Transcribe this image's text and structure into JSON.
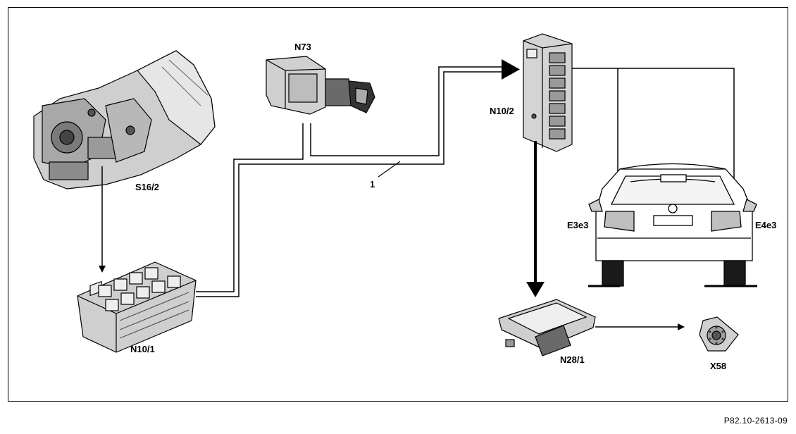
{
  "labels": {
    "s16_2": "S16/2",
    "n73": "N73",
    "n10_2": "N10/2",
    "n10_1": "N10/1",
    "e3e3": "E3e3",
    "e4e3": "E4e3",
    "n28_1": "N28/1",
    "x58": "X58",
    "wire_1": "1"
  },
  "reference": "P82.10-2613-09"
}
